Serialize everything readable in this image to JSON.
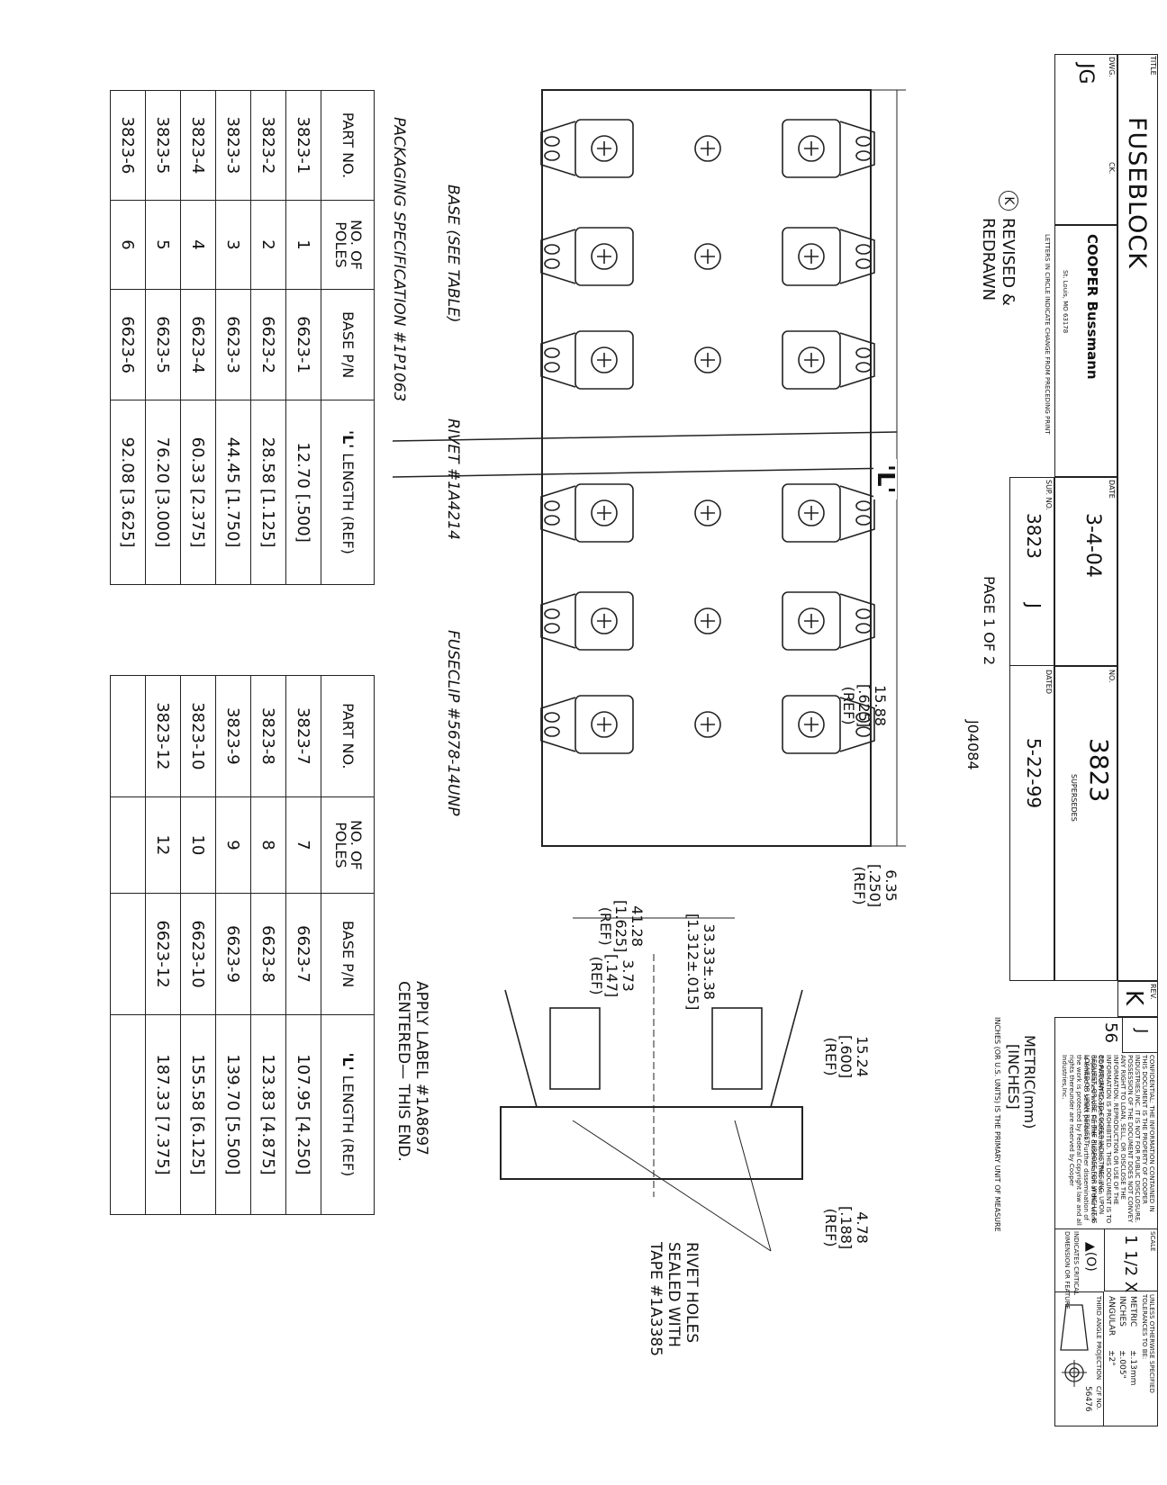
{
  "title_block": {
    "title_label": "TITLE",
    "title": "FUSEBLOCK",
    "rev_label": "REV.",
    "rev": "K",
    "dwg_label": "DWG.",
    "dwg_by": "JG",
    "ck_label": "CK.",
    "date_label": "DATE",
    "date": "3-4-04",
    "no_label": "NO.",
    "number": "3823",
    "sup_no_label": "SUP. NO.",
    "sup_no": "3823",
    "sup_rev": "J",
    "dated_label": "DATED",
    "dated": "5-22-99",
    "supersedes_label": "SUPERSEDES",
    "company_logo": "COOPER Bussmann",
    "company_city": "St. Louis, MO 63178",
    "letters_note": "LETTERS IN CIRCLE INDICATE CHANGE FROM PRECEDING PRINT",
    "page": "PAGE 1 OF 2",
    "order_no": "J04084",
    "revision_mark": "K",
    "revision_note_1": "REVISED &",
    "revision_note_2": "REDRAWN",
    "rev_box": "J",
    "rev_box_num": "56",
    "confidential": "CONFIDENTIAL: THE INFORMATION CONTAINED IN THIS DOCUMENT IS THE PROPERTY OF COOPER INDUSTRIES,INC. IT IS NOT FOR PUBLIC DISCLOSURE. POSSESSION OF THE DOCUMENT DOES NOT CONVEY ANY RIGHT TO LOAN, SELL, OR DISCLOSE THE INFORMATION. REPRODUCTION OR USE OF THE INFORMATION IS PROHIBITED. THIS DOCUMENT IS TO BE RETURNED TO COOPER INDUSTRIES,INC. UPON REQUEST, OR USE OF THE PURPOSE FOR WHICH IT IS LOANED OR UPON REQUEST.",
    "copyright": "COPYRIGHT Cooper Industries,Inc. This is an unpublished work. Further dissemination of this work is limited to select persons. Further dissemination of the work is protected by Federal Copyright law and all rights thereunder are reserved by Cooper Industries,Inc.",
    "units_line1": "METRIC(mm)",
    "units_line2": "[INCHES]",
    "units_note": "INCHES (OR U.S. UNITS) IS THE PRIMARY UNIT OF MEASURE",
    "scale_label": "SCALE",
    "scale": "1 1/2 X",
    "tol_title": "UNLESS OTHERWISE SPECIFIED TOLERANCES TO BE:",
    "tol_metric_label": "METRIC",
    "tol_metric": "±.13mm",
    "tol_inches_label": "INCHES",
    "tol_inches": "±.005\"",
    "tol_angular_label": "ANGULAR",
    "tol_angular": "±2°",
    "critical_mark": "▲(O)",
    "critical_1": "INDICATES CRITICAL",
    "critical_2": "DIMENSION OR FEATURE",
    "projection": "THIRD ANGLE PROJECTION",
    "cf_label": "C/F NO.",
    "cf_no": "56476"
  },
  "callouts": {
    "base": "BASE (SEE TABLE)",
    "rivet": "RIVET #1A4214",
    "fuseclip": "FUSECLIP #5678-14UNP",
    "packaging": "PACKAGING SPECIFICATION #1P1063",
    "length_symbol": "'L'",
    "label_1": "APPLY LABEL #1A8697",
    "label_2": "CENTERED— THIS END.",
    "rivet_holes_1": "RIVET HOLES",
    "rivet_holes_2": "SEALED WITH",
    "rivet_holes_3": "TAPE #1A3385"
  },
  "dimensions": {
    "clip_offset": [
      "15.88",
      "[.625]",
      "(REF)"
    ],
    "end_offset": [
      "6.35",
      "[.250]",
      "(REF)"
    ],
    "width": [
      "41.28",
      "[1.625]",
      "(REF)"
    ],
    "clip_span": [
      "33.33±.38",
      "[1.312±.015]"
    ],
    "rivet_gap": [
      "3.73",
      "[.147]",
      "(REF)"
    ],
    "height": [
      "15.24",
      "[.600]",
      "(REF)"
    ],
    "base_thick": [
      "4.78",
      "[.188]",
      "(REF)"
    ]
  },
  "table_headers": {
    "part": "PART NO.",
    "poles_1": "NO. OF",
    "poles_2": "POLES",
    "base": "BASE P/N",
    "length_sym": "'L'",
    "length": "LENGTH (REF)"
  },
  "table_left": [
    {
      "part": "3823-1",
      "poles": "1",
      "base": "6623-1",
      "length": "12.70 [.500]"
    },
    {
      "part": "3823-2",
      "poles": "2",
      "base": "6623-2",
      "length": "28.58 [1.125]"
    },
    {
      "part": "3823-3",
      "poles": "3",
      "base": "6623-3",
      "length": "44.45 [1.750]"
    },
    {
      "part": "3823-4",
      "poles": "4",
      "base": "6623-4",
      "length": "60.33 [2.375]"
    },
    {
      "part": "3823-5",
      "poles": "5",
      "base": "6623-5",
      "length": "76.20 [3.000]"
    },
    {
      "part": "3823-6",
      "poles": "6",
      "base": "6623-6",
      "length": "92.08 [3.625]"
    }
  ],
  "table_right": [
    {
      "part": "3823-7",
      "poles": "7",
      "base": "6623-7",
      "length": "107.95 [4.250]"
    },
    {
      "part": "3823-8",
      "poles": "8",
      "base": "6623-8",
      "length": "123.83 [4.875]"
    },
    {
      "part": "3823-9",
      "poles": "9",
      "base": "6623-9",
      "length": "139.70 [5.500]"
    },
    {
      "part": "3823-10",
      "poles": "10",
      "base": "6623-10",
      "length": "155.58 [6.125]"
    },
    {
      "part": "3823-12",
      "poles": "12",
      "base": "6623-12",
      "length": "187.33 [7.375]"
    },
    {
      "part": "",
      "poles": "",
      "base": "",
      "length": ""
    }
  ]
}
